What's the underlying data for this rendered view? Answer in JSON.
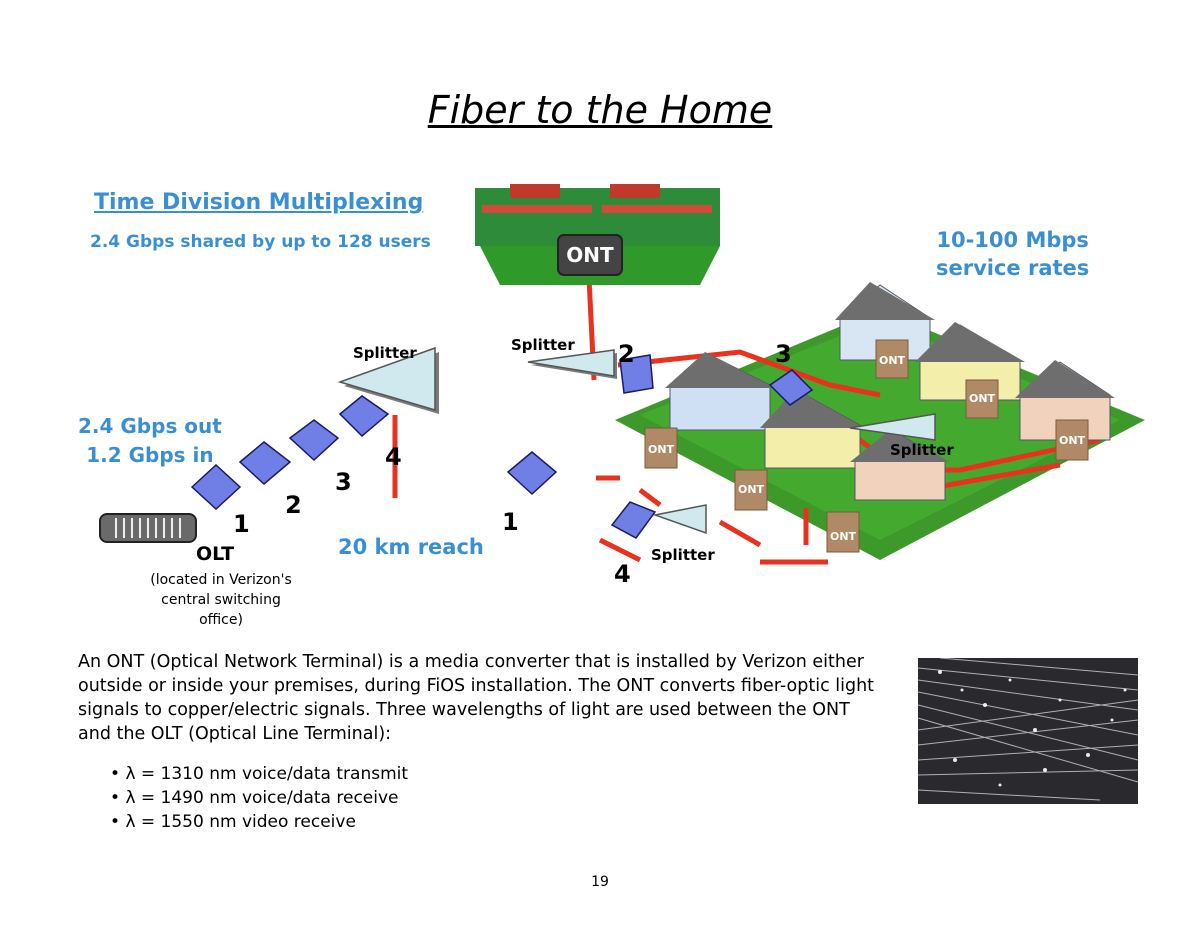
{
  "title": "Fiber to the Home",
  "tdm": {
    "heading": "Time Division Multiplexing",
    "subheading": "2.4 Gbps shared by up to 128 users"
  },
  "service_rates": {
    "line1": "10-100 Mbps",
    "line2": "service rates"
  },
  "bandwidth": {
    "out": "2.4 Gbps out",
    "in": "1.2 Gbps in"
  },
  "olt": {
    "label": "OLT",
    "location_line1": "(located in Verizon's",
    "location_line2": "central switching",
    "location_line3": "office)"
  },
  "reach": "20 km reach",
  "splitter_label": "Splitter",
  "ont_label": "ONT",
  "numbers": {
    "n1": "1",
    "n2": "2",
    "n3": "3",
    "n4": "4"
  },
  "description": "An ONT (Optical Network Terminal) is a media converter that is installed by Verizon either outside or inside your premises, during FiOS installation. The ONT converts fiber-optic light signals to copper/electric signals. Three wavelengths of light are used between the ONT and the OLT (Optical Line Terminal):",
  "wavelengths": [
    "λ = 1310 nm voice/data transmit",
    "λ = 1490 nm voice/data receive",
    "λ = 1550 nm video receive"
  ],
  "page_number": "19",
  "colors": {
    "accent_blue": "#3a8fd3",
    "number_blue": "#2fb0e8",
    "splitter_text": "#1f3fbf",
    "fiber_red": "#e8321e",
    "packet_fill": "#6f7fe6",
    "splitter_fill": "#cfe9ee"
  }
}
